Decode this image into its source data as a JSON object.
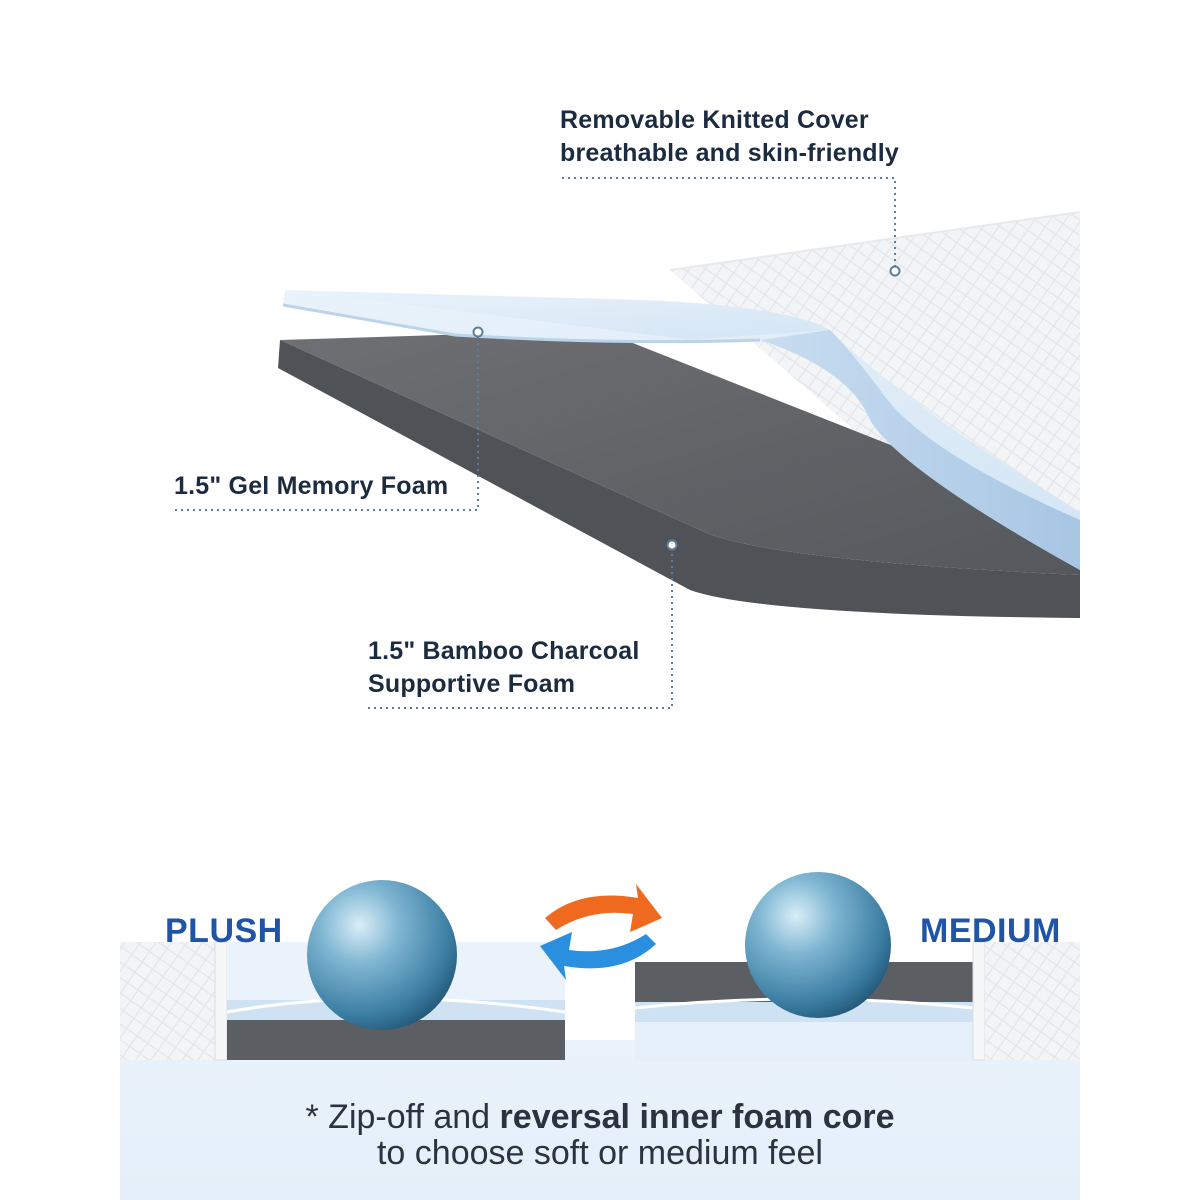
{
  "layers": [
    {
      "label_line1": "Removable Knitted Cover",
      "label_line2": "breathable and skin-friendly"
    },
    {
      "label_line1": "1.5\" Gel Memory Foam"
    },
    {
      "label_line1": "1.5\" Bamboo Charcoal",
      "label_line2": "Supportive Foam"
    }
  ],
  "feel": {
    "left": "PLUSH",
    "right": "MEDIUM",
    "badge_color": "#1f54a6"
  },
  "caption": {
    "bullet": "*",
    "line1_normal": "Zip-off and",
    "line1_bold": "reversal inner foam core",
    "line2": "to choose soft or medium feel"
  },
  "colors": {
    "accent_blue": "#1f54a6",
    "callout": "#5d7d99",
    "swap_orange": "#ef6a1e",
    "swap_blue": "#2b8fe0"
  },
  "icons": [
    "swap-arrows-icon",
    "plush-ball-icon",
    "medium-ball-icon"
  ]
}
